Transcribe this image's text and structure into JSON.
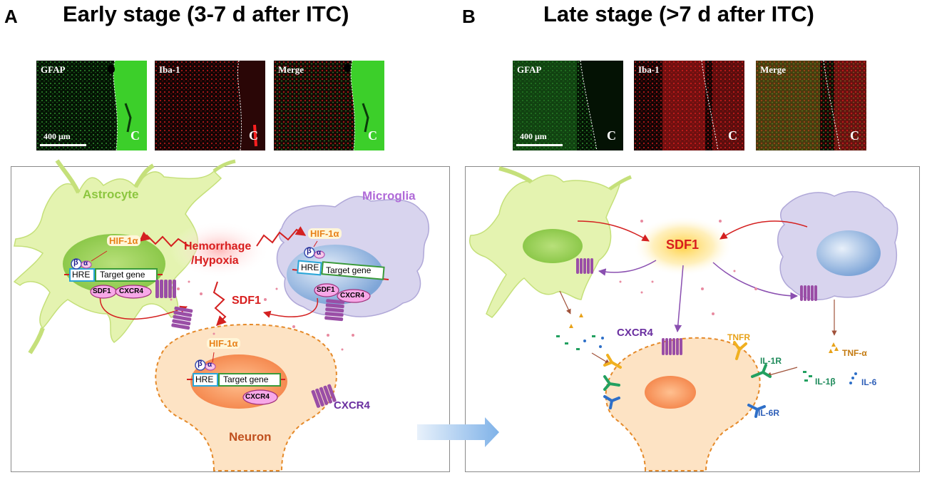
{
  "panel_a": {
    "letter": "A",
    "title": "Early stage (3-7 d after ITC)",
    "micro_labels": [
      "GFAP",
      "Iba-1",
      "Merge"
    ],
    "scale": "400 μm",
    "core_mark": "C",
    "diagram": {
      "astrocyte": "Astrocyte",
      "microglia": "Microglia",
      "neuron": "Neuron",
      "hif": "HIF-1α",
      "beta": "β",
      "alpha": "α",
      "hre": "HRE",
      "target_gene": "Target gene",
      "sdf1_gene": "SDF1",
      "cxcr4_gene": "CXCR4",
      "hemorrhage": "Hemorrhage",
      "hypoxia": "/Hypoxia",
      "sdf1": "SDF1",
      "cxcr4_receptor": "CXCR4"
    }
  },
  "panel_b": {
    "letter": "B",
    "title": "Late stage (>7 d after ITC)",
    "micro_labels": [
      "GFAP",
      "Iba-1",
      "Merge"
    ],
    "scale": "400 μm",
    "core_mark": "C",
    "diagram": {
      "sdf1": "SDF1",
      "cxcr4": "CXCR4",
      "tnfr": "TNFR",
      "il1r": "IL-1R",
      "il6r": "IL-6R",
      "tnfa": "TNF-α",
      "il1b": "IL-1β",
      "il6": "IL-6"
    }
  },
  "colors": {
    "astrocyte": "#e4f3b0",
    "microglia": "#d8d4ee",
    "neuron": "#fde3c4",
    "arrow_red": "#d42020",
    "arrow_purple": "#8a4fb0",
    "receptor_purple": "#9a4ea6",
    "hif_label": "#e8821a",
    "sdf1_label": "#d81e1e",
    "astro_label": "#8cc63f",
    "micro_label": "#b06ad8",
    "neuron_label": "#c0501e",
    "cxcr4_label": "#6a2fa0",
    "tnf": "#e8a219",
    "il1": "#1e8a5a",
    "il6": "#2e5fb8"
  }
}
